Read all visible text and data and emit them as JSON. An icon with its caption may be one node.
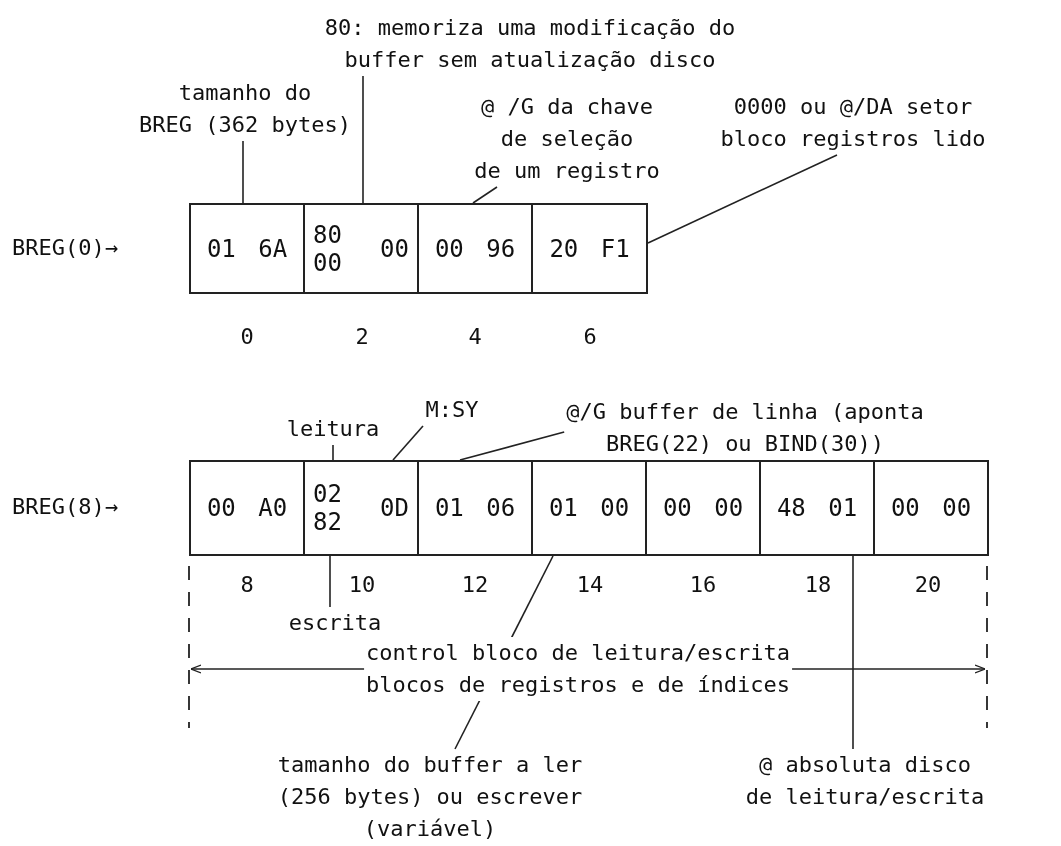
{
  "diagram": {
    "nodes": [
      {
        "text": [
          "01 6A"
        ]
      },
      {
        "text": [
          "80 00",
          "00"
        ]
      },
      {
        "text": [
          "00 96"
        ]
      },
      {
        "text": [
          "20 F1"
        ]
      },
      {
        "text": [
          "80: memoriza uma modificação do buffer sem atualização disco"
        ]
      },
      {
        "text": [
          "tamanho do BREG (362 bytes)"
        ]
      },
      {
        "text": [
          "@ /G da chave de seleção de um registro"
        ]
      },
      {
        "text": [
          "0000 ou @/DA setor bloco registros lido"
        ]
      },
      {
        "text": [
          "00 A0"
        ]
      },
      {
        "text": [
          "02 82",
          "0D"
        ]
      },
      {
        "text": [
          "01 06"
        ]
      },
      {
        "text": [
          "01 00"
        ]
      },
      {
        "text": [
          "00 00"
        ]
      },
      {
        "text": [
          "48 01"
        ]
      },
      {
        "text": [
          "00 00"
        ]
      },
      {
        "text": [
          "leitura"
        ]
      },
      {
        "text": [
          "M:SY"
        ]
      },
      {
        "text": [
          "@/G buffer de linha (aponta BREG(22) ou BIND(30))"
        ]
      },
      {
        "text": [
          "escrita"
        ]
      },
      {
        "text": [
          "tamanho do buffer a ler (256 bytes) ou escrever (variável)"
        ]
      },
      {
        "text": [
          "@ absoluta disco de leitura/escrita"
        ]
      }
    ],
    "edges": [
      {
        "from": 4,
        "to": 1,
        "arrow": "none"
      },
      {
        "from": 5,
        "to": 0,
        "arrow": "none"
      },
      {
        "from": 6,
        "to": 2,
        "arrow": "none"
      },
      {
        "from": 7,
        "to": 3,
        "arrow": "none"
      },
      {
        "from": 15,
        "to": 9,
        "arrow": "none"
      },
      {
        "from": 16,
        "to": 9,
        "arrow": "none"
      },
      {
        "from": 17,
        "to": 10,
        "arrow": "none"
      },
      {
        "from": 18,
        "to": 9,
        "arrow": "none"
      },
      {
        "from": 19,
        "to": 11,
        "arrow": "none"
      },
      {
        "from": 20,
        "to": 13,
        "arrow": "none"
      }
    ],
    "labels": [
      "BREG(0)→",
      "0",
      "2",
      "4",
      "6",
      "BREG(8)→",
      "8",
      "10",
      "12",
      "14",
      "16",
      "18",
      "20",
      "control bloco de leitura/escrita blocos de registros e de índices"
    ]
  }
}
